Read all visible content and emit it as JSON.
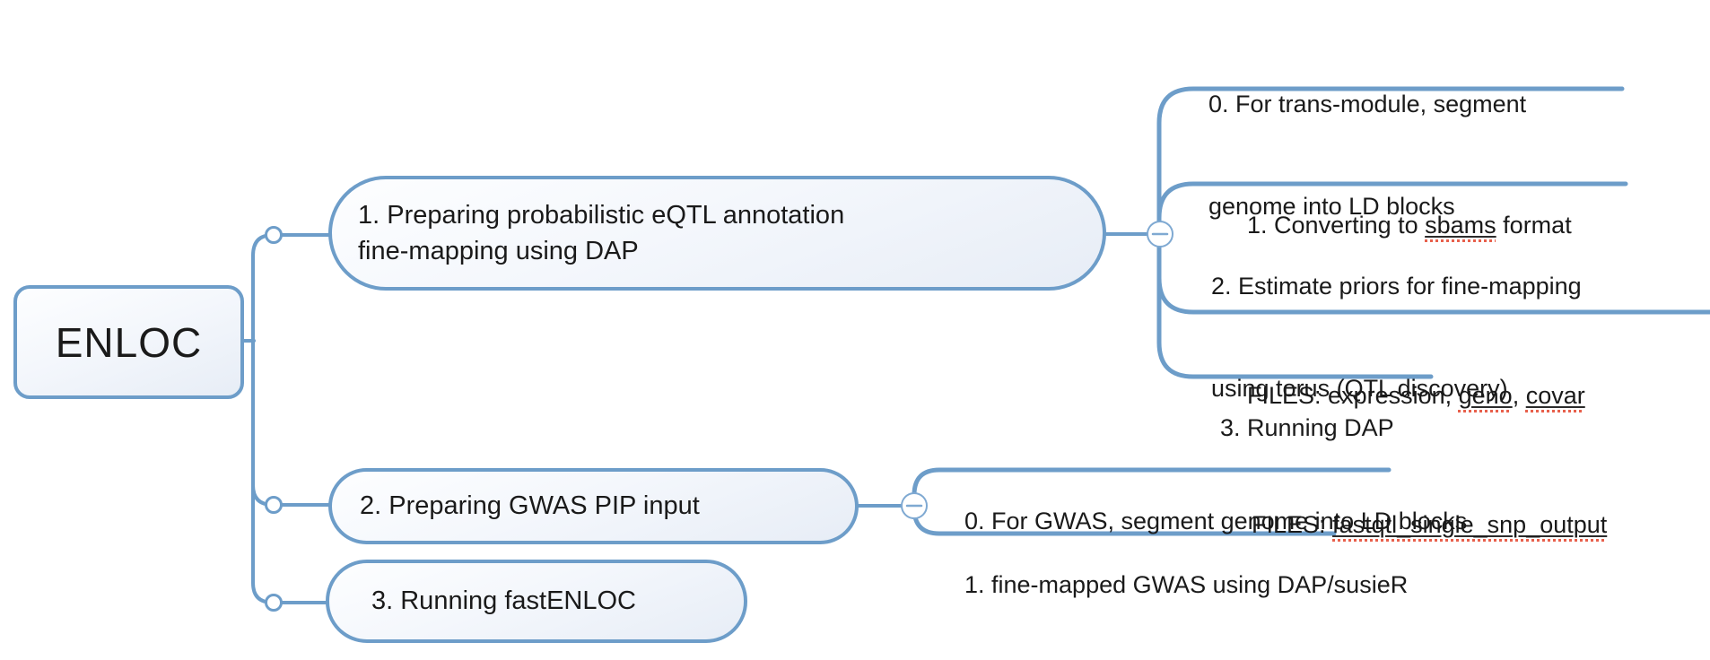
{
  "colors": {
    "connector_line": "#6d9dc9",
    "node_border": "#6d9dc9",
    "node_fill_top": "#fdfeff",
    "node_fill_bottom": "#e7edf6",
    "spellcheck_underline": "#e8604c",
    "text": "#1a1a1a"
  },
  "mindmap": {
    "root": {
      "label": "ENLOC"
    },
    "branches": [
      {
        "label_line1": "1. Preparing probabilistic eQTL annotation",
        "label_line2": "fine-mapping using DAP",
        "collapse_glyph": "−",
        "children": [
          {
            "line1": "0. For trans-module, segment",
            "line2": "genome into LD blocks"
          },
          {
            "line1_pre": "1. Converting to ",
            "line1_term": "sbams",
            "line1_post": " format",
            "line2_pre": "FILES: expression, ",
            "line2_term1": "geno",
            "line2_sep": ", ",
            "line2_term2": "covar"
          },
          {
            "line1": "2. Estimate priors for fine-mapping",
            "line2": "using torus (QTL discovery)",
            "line3_pre": "FILES: ",
            "line3_term": "fastqtl_single_snp_output"
          },
          {
            "line1": "3. Running DAP"
          }
        ]
      },
      {
        "label": "2. Preparing GWAS PIP input",
        "collapse_glyph": "−",
        "children": [
          {
            "line1": "0. For GWAS, segment genome into LD blocks"
          },
          {
            "line1": "1. fine-mapped GWAS using DAP/susieR"
          }
        ]
      },
      {
        "label": "3. Running fastENLOC",
        "children": []
      }
    ]
  }
}
